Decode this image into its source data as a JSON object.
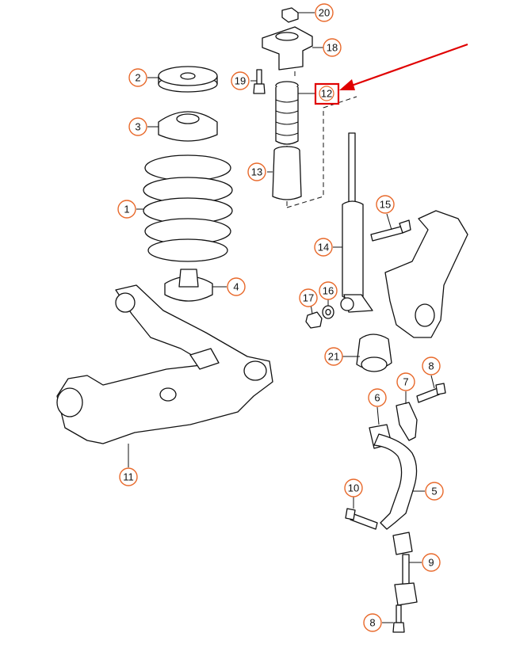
{
  "callouts": {
    "c1": "1",
    "c2": "2",
    "c3": "3",
    "c4": "4",
    "c5": "5",
    "c6": "6",
    "c7": "7",
    "c8a": "8",
    "c8b": "8",
    "c9": "9",
    "c10": "10",
    "c11": "11",
    "c12": "12",
    "c13": "13",
    "c14": "14",
    "c15": "15",
    "c16": "16",
    "c17": "17",
    "c18": "18",
    "c19": "19",
    "c20": "20",
    "c21": "21"
  },
  "highlight": {
    "part": "12",
    "color": "#e00000"
  },
  "colors": {
    "callout_ring": "#e8692b",
    "line": "#111111"
  }
}
